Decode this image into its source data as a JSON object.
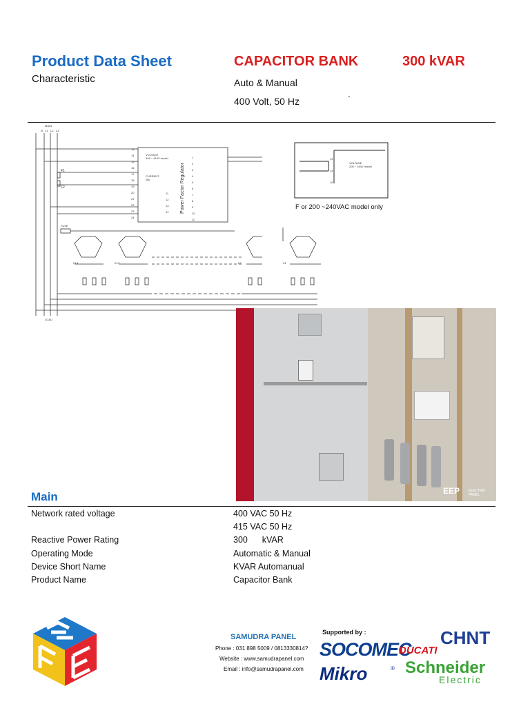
{
  "header": {
    "title": "Product Data Sheet",
    "subtitle": "Characteristic",
    "product": "CAPACITOR BANK",
    "rating": "300 kVAR",
    "mode": "Auto & Manual",
    "supply": "400 Volt, 50 Hz",
    "stray_mark": "`"
  },
  "diagram": {
    "mains_label": "MAIN",
    "phases": [
      "N",
      "L1",
      "L2",
      "L3"
    ],
    "load_label": "LOAD",
    "fuse_label": "FUSE",
    "f1": "F1",
    "f2": "F2",
    "regulator_label": "Power Factor Regulator",
    "voltage_note_1": "VOLTAGE",
    "voltage_note_2": "346 ~ 415V model",
    "current_note_1": "CURRENT",
    "current_note_2": "/5A",
    "inset_voltage_1": "VOLTAGE",
    "inset_voltage_2": "200 ~ 240V model",
    "inset_caption": "F or 200 ~240VAC  model only",
    "contactors": [
      "K14",
      "K13",
      "K2",
      "K1"
    ],
    "left_terminals": [
      "13",
      "14",
      "15",
      "16",
      "17",
      "18",
      "19",
      "20",
      "21",
      "22",
      "23",
      "24"
    ],
    "right_terminals": [
      "1",
      "2",
      "3",
      "4",
      "5",
      "6",
      "7",
      "8",
      "9",
      "10",
      "11",
      "12"
    ],
    "aux_labels": [
      "11",
      "12",
      "13",
      "14"
    ],
    "inset_terminals": [
      "13",
      "14",
      "15"
    ]
  },
  "photo": {
    "brand_text_1": "EEP",
    "brand_text_2": "ELECTRIC PANEL"
  },
  "main": {
    "heading": "Main",
    "rows": [
      {
        "label": "Network rated voltage",
        "value": "400 VAC 50 Hz"
      },
      {
        "label": "",
        "value": "415 VAC 50 Hz"
      },
      {
        "label": "Reactive Power Rating",
        "value": "300      kVAR"
      },
      {
        "label": "Operating Mode",
        "value": "Automatic & Manual"
      },
      {
        "label": "Device Short Name",
        "value": "KVAR Automanual"
      },
      {
        "label": "Product Name",
        "value": "Capacitor Bank"
      }
    ]
  },
  "footer": {
    "company": "SAMUDRA PANEL",
    "phone": "Phone : 031 898 5009 / 0813330814?",
    "website": "Website : www.samudrapanel.com",
    "email": "Email : info@samudrapanel.com",
    "supported_by": "Supported by :",
    "brands": [
      "SOCOMEC",
      "DUCATI",
      "CHNT",
      "Mikro",
      "Schneider",
      "Electric"
    ],
    "registered": "®",
    "colors": {
      "socomec": "#0e3f8f",
      "ducati": "#d2141f",
      "chnt": "#1d3f95",
      "mikro": "#0a2b7f",
      "schneider": "#3aa335"
    }
  }
}
